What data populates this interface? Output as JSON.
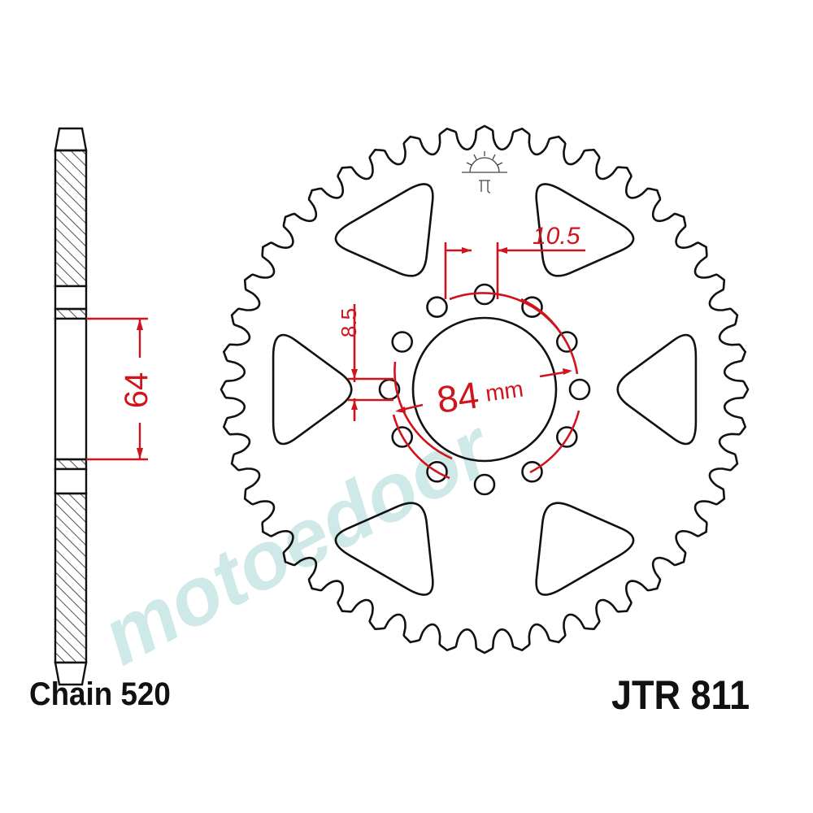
{
  "labels": {
    "chain": "Chain 520",
    "part_number": "JTR 811"
  },
  "dimensions": {
    "hub_thickness": "64",
    "bolt_hole": "10.5",
    "center_bore_offset": "8.5",
    "pcd": "84",
    "pcd_unit": "mm"
  },
  "watermark": "motoedoor",
  "colors": {
    "outline": "#111111",
    "dimension": "#d0141e",
    "watermark": "#cfe9e9"
  }
}
